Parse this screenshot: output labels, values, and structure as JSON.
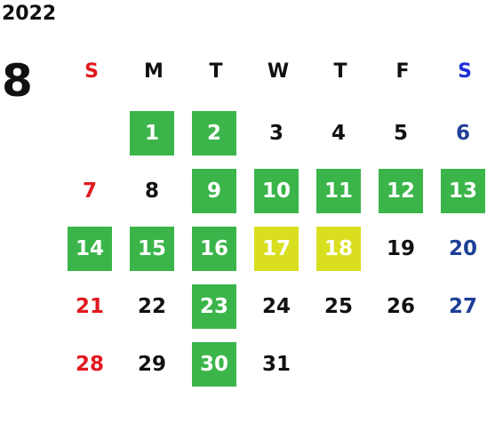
{
  "calendar": {
    "year": "2022",
    "month": "8",
    "weekdays": [
      {
        "label": "S",
        "color": "#e0191f"
      },
      {
        "label": "M",
        "color": "#111111"
      },
      {
        "label": "T",
        "color": "#111111"
      },
      {
        "label": "W",
        "color": "#111111"
      },
      {
        "label": "T",
        "color": "#111111"
      },
      {
        "label": "F",
        "color": "#111111"
      },
      {
        "label": "S",
        "color": "#1f2fd8"
      }
    ],
    "first_weekday_index": 1,
    "days_in_month": 31,
    "highlight_colors": {
      "green": "#3bb54a",
      "yellow": "#d9df1f"
    },
    "highlighted_days": {
      "green": [
        1,
        2,
        9,
        10,
        11,
        12,
        13,
        14,
        15,
        16,
        23,
        30
      ],
      "yellow": [
        17,
        18
      ]
    },
    "text_colors": {
      "sunday": "#e0191f",
      "saturday": "#1d3f96",
      "weekday": "#111111",
      "highlighted": "#ffffff"
    }
  }
}
